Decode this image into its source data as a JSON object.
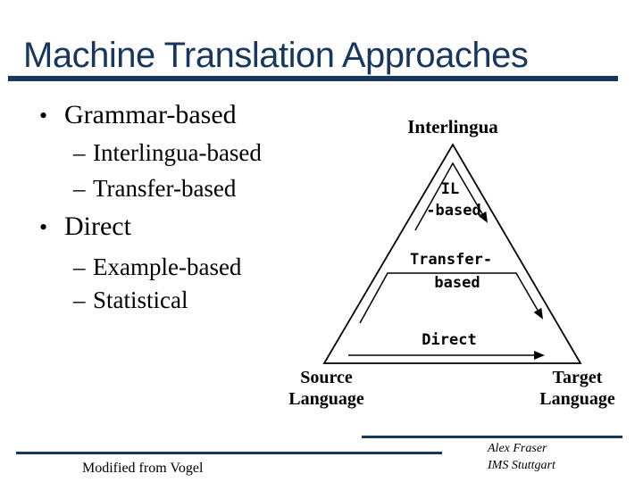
{
  "title": "Machine Translation Approaches",
  "bullets": {
    "items": [
      {
        "marker": "•",
        "text": "Grammar-based"
      },
      {
        "marker": "–",
        "text": "Interlingua-based"
      },
      {
        "marker": "–",
        "text": "Transfer-based"
      },
      {
        "marker": "•",
        "text": "Direct"
      },
      {
        "marker": "–",
        "text": "Example-based"
      },
      {
        "marker": "–",
        "text": "Statistical"
      }
    ]
  },
  "diagram": {
    "apex_label": "Interlingua",
    "il_label_line1": "IL",
    "il_label_line2": "-based",
    "transfer_label_line1": "Transfer-",
    "transfer_label_line2": "based",
    "direct_label": "Direct",
    "source_label_line1": "Source",
    "source_label_line2": "Language",
    "target_label_line1": "Target",
    "target_label_line2": "Language"
  },
  "footer": {
    "credit": "Modified from Vogel",
    "author": "Alex Fraser",
    "affiliation": "IMS Stuttgart"
  },
  "colors": {
    "accent": "#17375E",
    "diagram_ink": "#000000",
    "background": "#FFFFFF"
  }
}
